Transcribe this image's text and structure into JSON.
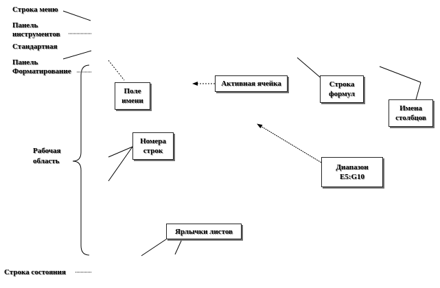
{
  "left_labels": {
    "menu_bar": "Строка меню",
    "toolbar_line1": "Панель",
    "toolbar_line2": "инструментов",
    "standard": "Стандартная",
    "format_line1": "Панель",
    "format_line2": "Форматирование",
    "work_area_line1": "Рабочая",
    "work_area_line2": "область",
    "status_bar": "Строка состояния"
  },
  "boxes": {
    "name_field_line1": "Поле",
    "name_field_line2": "имени",
    "active_cell": "Активная ячейка",
    "formula_bar_line1": "Строка",
    "formula_bar_line2": "формул",
    "column_names_line1": "Имена",
    "column_names_line2": "столбцов",
    "row_numbers_line1": "Номера",
    "row_numbers_line2": "строк",
    "range_line1": "Диапазон",
    "range_line2": "E5:G10",
    "sheet_tabs": "Ярлычки листов"
  },
  "colors": {
    "text": "#000000",
    "line": "#000000",
    "shadow": "#6f6f6f",
    "background": "#ffffff"
  }
}
